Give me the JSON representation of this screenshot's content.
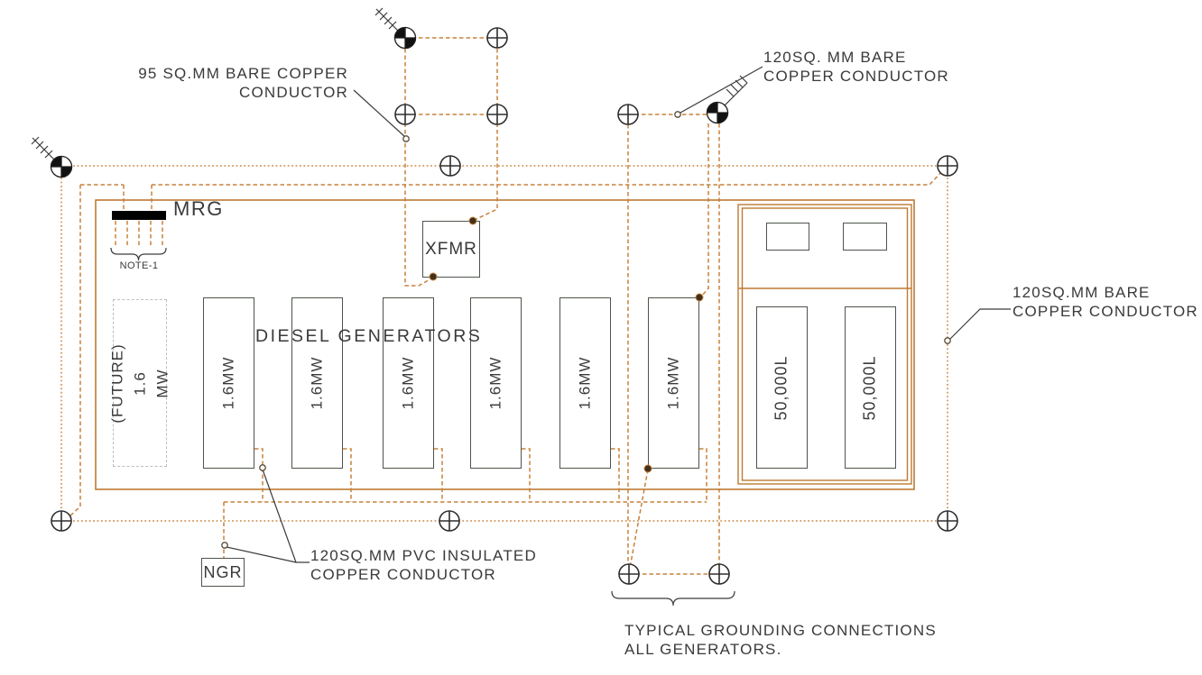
{
  "drawing": {
    "type": "grounding-layout-plan",
    "labels": {
      "c95": {
        "l1": "95 SQ.MM BARE COPPER",
        "l2": "CONDUCTOR"
      },
      "c120top": {
        "l1": "120SQ. MM BARE",
        "l2": "COPPER CONDUCTOR"
      },
      "c120right": {
        "l1": "120SQ.MM BARE",
        "l2": "COPPER CONDUCTOR"
      },
      "cpvc": {
        "l1": "120SQ.MM PVC INSULATED",
        "l2": "COPPER CONDUCTOR"
      },
      "typical": {
        "l1": "TYPICAL GROUNDING CONNECTIONS",
        "l2": "ALL GENERATORS."
      },
      "diesel": "DIESEL GENERATORS",
      "note1": "NOTE-1"
    },
    "equipment": {
      "mrg": "MRG",
      "xfmr": "XFMR",
      "ngr": "NGR"
    },
    "future_unit": {
      "l1": "(FUTURE)",
      "l2": "1.6",
      "l3": "MW"
    },
    "generators": [
      {
        "label": "1.6MW"
      },
      {
        "label": "1.6MW"
      },
      {
        "label": "1.6MW"
      },
      {
        "label": "1.6MW"
      },
      {
        "label": "1.6MW"
      },
      {
        "label": "1.6MW"
      }
    ],
    "tanks": [
      {
        "label": "50,000L"
      },
      {
        "label": "50,000L"
      }
    ],
    "colors": {
      "conductor": "#C8823C",
      "outline": "#BD7A33",
      "equipment_border": "#4D544A",
      "text": "#3A3A3A",
      "symbol": "#2E2E2E"
    }
  }
}
